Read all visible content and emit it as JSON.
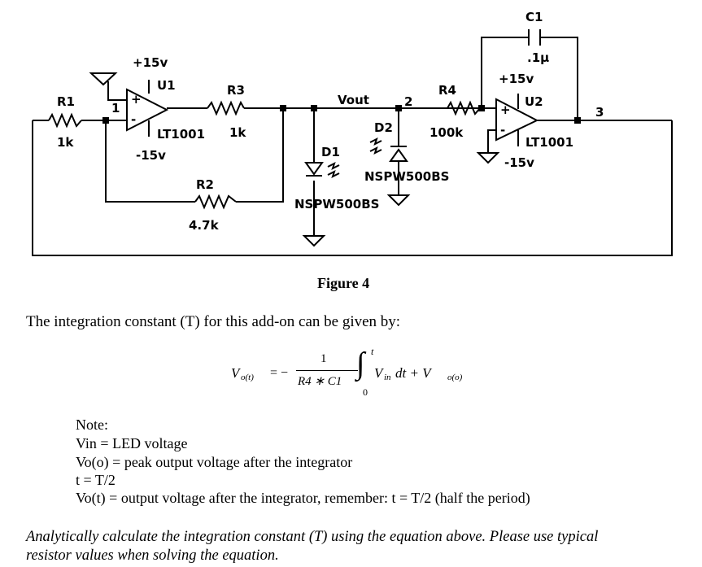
{
  "schematic": {
    "labels": {
      "r1": "R1",
      "r1_val": "1k",
      "plus15_u1": "+15v",
      "u1": "U1",
      "node1": "1",
      "lt1001_u1": "LT1001",
      "minus15_u1": "-15v",
      "r3": "R3",
      "r3_val": "1k",
      "r2": "R2",
      "r2_val": "4.7k",
      "vout": "Vout",
      "node2": "2",
      "d2": "D2",
      "d1": "D1",
      "nspw_d2": "NSPW500BS",
      "nspw_d1": "NSPW500BS",
      "r4": "R4",
      "r4_val": "100k",
      "c1": "C1",
      "c1_val": ".1µ",
      "plus15_u2": "+15v",
      "u2": "U2",
      "node3": "3",
      "lt1001_u2": "LT1001",
      "minus15_u2": "-15v",
      "plus": "+",
      "minus": "-"
    }
  },
  "figure_caption": "Figure 4",
  "intro": "The integration constant (T) for this add-on can be given by:",
  "equation": {
    "lhs": "V",
    "lhs_sub": "o(t)",
    "equals": "= −",
    "numerator": "1",
    "denominator": "R4 ∗ C1",
    "integral": "∫",
    "upper": "t",
    "lower": "0",
    "integrand": "V",
    "integrand_sub": "in",
    "dt": "dt + V",
    "tail_sub": "o(o)"
  },
  "notes": [
    "Note:",
    "Vin = LED voltage",
    "Vo(o) = peak output voltage after the integrator",
    "t = T/2",
    "Vo(t) = output voltage after the integrator, remember:  t = T/2 (half the period)"
  ],
  "question": {
    "line1": "Analytically calculate the integration constant (T) using the equation above. Please use typical",
    "line2": "resistor values when solving the equation."
  }
}
